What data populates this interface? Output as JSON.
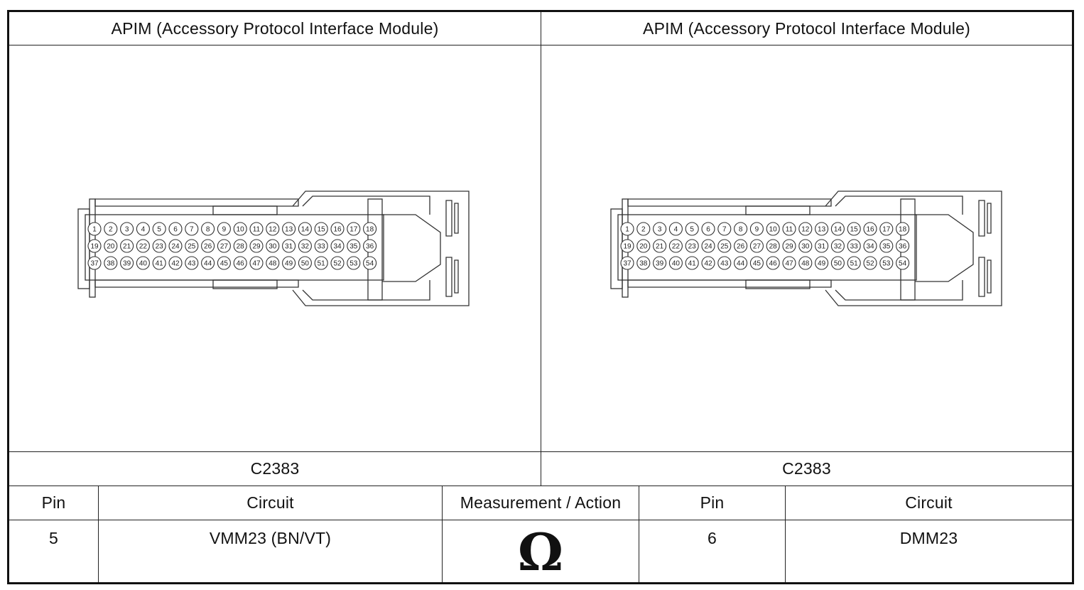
{
  "left_panel": {
    "title": "APIM (Accessory Protocol Interface Module)",
    "connector": "C2383"
  },
  "right_panel": {
    "title": "APIM (Accessory Protocol Interface Module)",
    "connector": "C2383"
  },
  "pins": {
    "row1": [
      "1",
      "2",
      "3",
      "4",
      "5",
      "6",
      "7",
      "8",
      "9",
      "10",
      "11",
      "12",
      "13",
      "14",
      "15",
      "16",
      "17",
      "18"
    ],
    "row2": [
      "19",
      "20",
      "21",
      "22",
      "23",
      "24",
      "25",
      "26",
      "27",
      "28",
      "29",
      "30",
      "31",
      "32",
      "33",
      "34",
      "35",
      "36"
    ],
    "row3": [
      "37",
      "38",
      "39",
      "40",
      "41",
      "42",
      "43",
      "44",
      "45",
      "46",
      "47",
      "48",
      "49",
      "50",
      "51",
      "52",
      "53",
      "54"
    ]
  },
  "table": {
    "headers": {
      "pin_a": "Pin",
      "circuit_a": "Circuit",
      "measurement": "Measurement / Action",
      "pin_b": "Pin",
      "circuit_b": "Circuit"
    },
    "row": {
      "pin_a": "5",
      "circuit_a": "VMM23 (BN/VT)",
      "measurement_symbol": "Ω",
      "pin_b": "6",
      "circuit_b": "DMM23"
    }
  }
}
